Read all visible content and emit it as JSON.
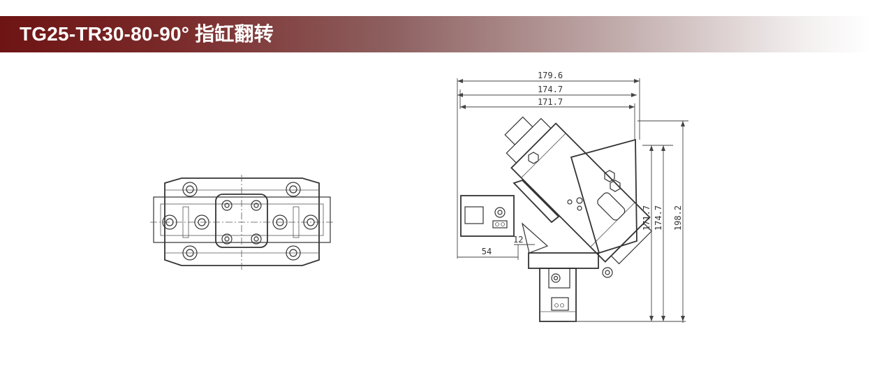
{
  "header": {
    "title": "TG25-TR30-80-90° 指缸翻转"
  },
  "dimensions": {
    "width_outer": "179.6",
    "width_mid": "174.7",
    "width_inner": "171.7",
    "height_a": "171.7",
    "height_b": "174.7",
    "height_c": "198.2",
    "offset_54": "54",
    "offset_12": "12"
  }
}
